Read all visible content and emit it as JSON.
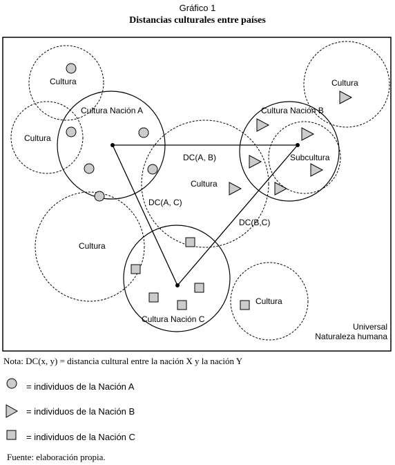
{
  "title": "Gráfico 1",
  "subtitle": "Distancias culturales entre países",
  "labels": {
    "cultura": "Cultura",
    "nacion_a": "Cultura Nación A",
    "nacion_b": "Cultura Nación B",
    "nacion_c": "Cultura Nación C",
    "subcultura": "Subcultura",
    "dc_ab": "DC(A, B)",
    "dc_ac": "DC(A, C)",
    "dc_bc": "DC(B,C)",
    "universal": "Universal",
    "naturaleza": "Naturaleza humana"
  },
  "note": "Nota: DC(x, y) = distancia cultural entre la nación X y la nación Y",
  "legend": [
    {
      "symbol": "circle-icon",
      "text": "= individuos de la Nación A"
    },
    {
      "symbol": "triangle-icon",
      "text": "= individuos de la Nación B"
    },
    {
      "symbol": "square-icon",
      "text": "= individuos de la Nación C"
    }
  ],
  "source": "Fuente: elaboración propia.",
  "colors": {
    "marker_fill": "#cccccc",
    "stroke": "#000000"
  }
}
